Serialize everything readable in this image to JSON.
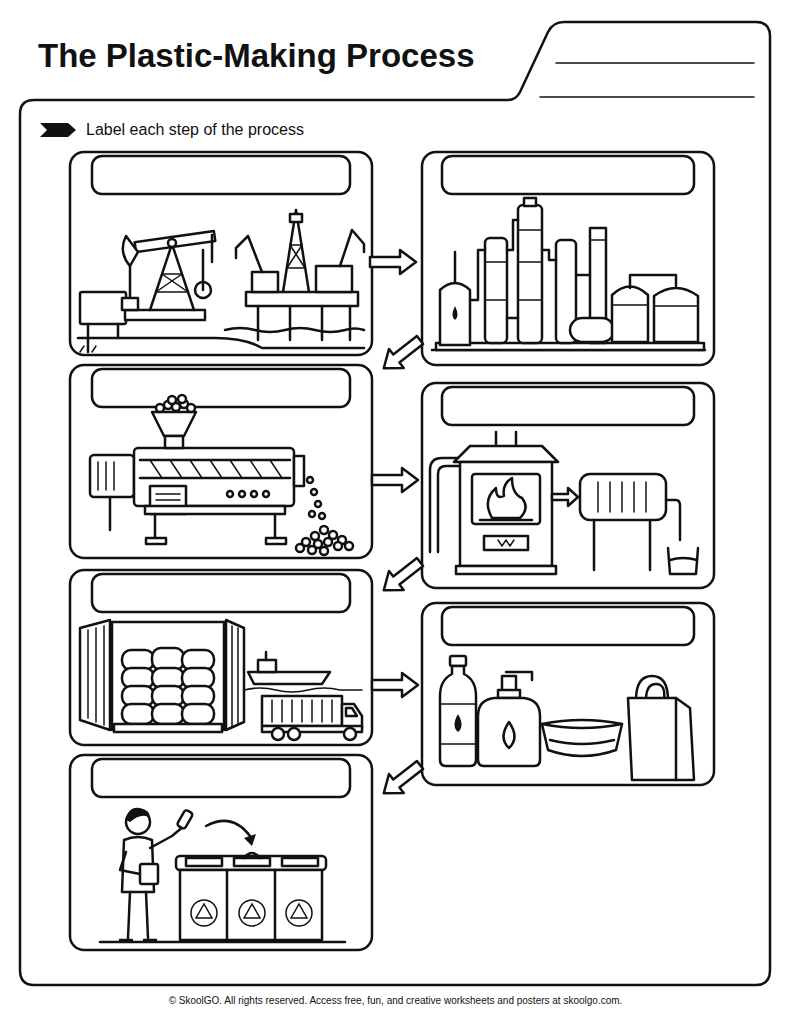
{
  "diagram": {
    "title": "The Plastic-Making Process",
    "labels": [
      "Label each step of the process",
      "© SkoolGO. All rights reserved. Access free, fun, and creative worksheets and posters at skoolgo.com."
    ]
  }
}
